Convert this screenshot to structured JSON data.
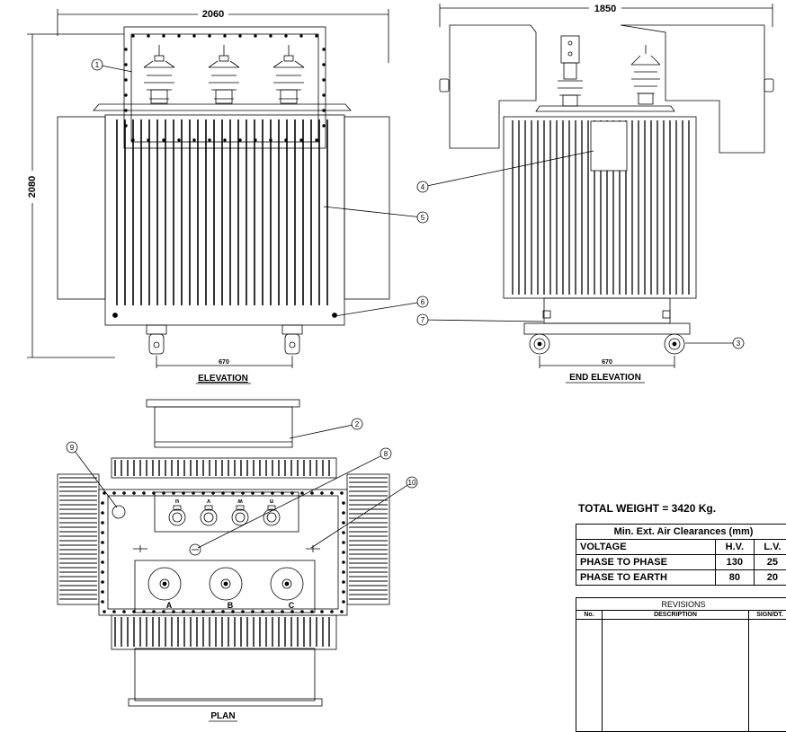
{
  "dimensions": {
    "width_overall": "2060",
    "height_overall": "2080",
    "end_width": "1850",
    "wheel_gauge_elevation": "670",
    "wheel_gauge_end": "670"
  },
  "views": {
    "elevation": "ELEVATION",
    "end_elevation": "END ELEVATION",
    "plan": "PLAN"
  },
  "callouts": [
    "1",
    "2",
    "3",
    "4",
    "5",
    "6",
    "7",
    "8",
    "9",
    "10"
  ],
  "terminals": {
    "hv": [
      "A",
      "B",
      "C"
    ],
    "lv": [
      "u",
      "v",
      "w",
      "n"
    ]
  },
  "total_weight": "TOTAL WEIGHT = 3420 Kg.",
  "clearances": {
    "title": "Min. Ext. Air Clearances (mm)",
    "headers": [
      "VOLTAGE",
      "H.V.",
      "L.V."
    ],
    "rows": [
      {
        "label": "PHASE TO PHASE",
        "hv": "130",
        "lv": "25"
      },
      {
        "label": "PHASE TO EARTH",
        "hv": "80",
        "lv": "20"
      }
    ]
  },
  "revisions": {
    "title": "REVISIONS",
    "headers": [
      "No.",
      "DESCRIPTION",
      "SIGN/DT."
    ]
  },
  "colors": {
    "line": "#000000",
    "background": "#ffffff"
  }
}
